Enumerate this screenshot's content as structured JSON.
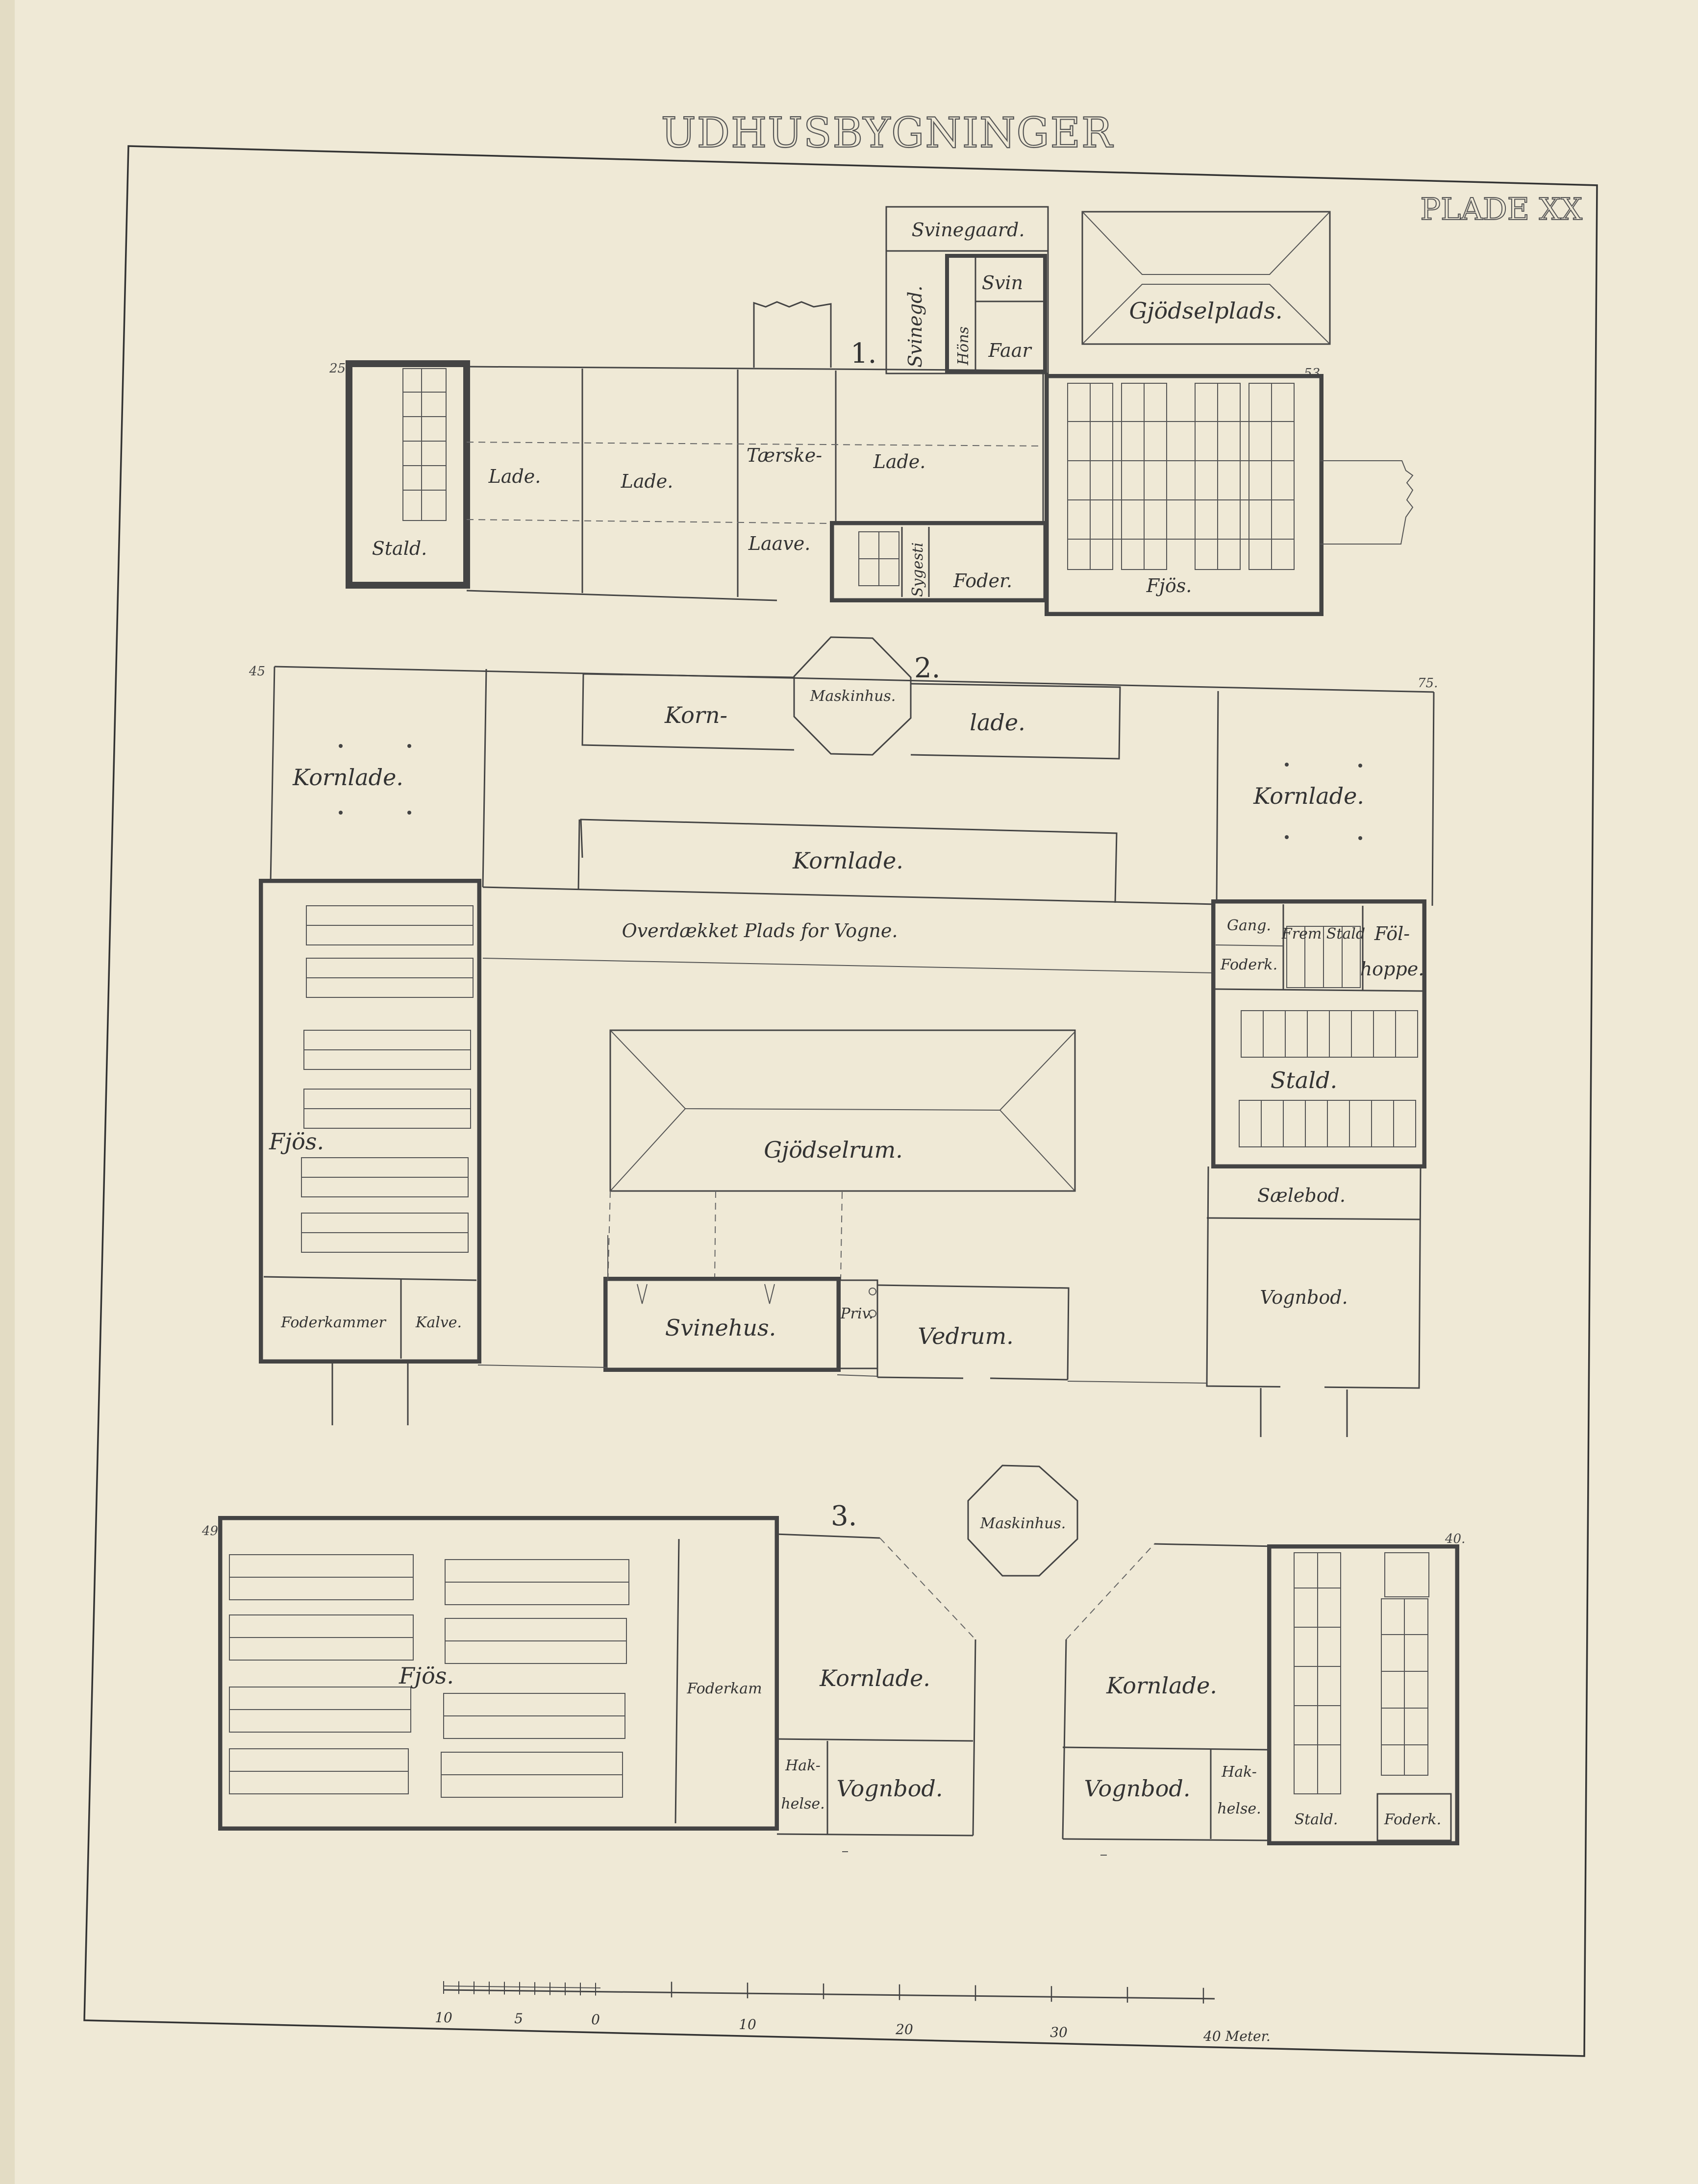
{
  "plate": {
    "title": "UDHUSBYGNINGER",
    "plate_no": "PLADE XX"
  },
  "plan1": {
    "number": "1.",
    "corner_left": "25",
    "corner_right": "53",
    "rooms": {
      "svinegaard": "Svinegaard.",
      "svinegd": "Svinegd.",
      "svin": "Svin",
      "hons": "Höns",
      "faar": "Faar",
      "gjodselplads": "Gjödselplads.",
      "stald": "Stald.",
      "lade_a": "Lade.",
      "lade_b": "Lade.",
      "taershe": "Tærske-",
      "laave": "Laave.",
      "lade_c": "Lade.",
      "sygesti": "Sygesti",
      "foder": "Foder.",
      "fjos": "Fjös."
    }
  },
  "plan2": {
    "number": "2.",
    "corner_left": "45",
    "corner_right": "75.",
    "rooms": {
      "maskinhus": "Maskinhus.",
      "korn": "Korn-",
      "lade": "lade.",
      "kornlade_left": "Kornlade.",
      "kornlade_right": "Kornlade.",
      "kornlade_mid": "Kornlade.",
      "overdaekket": "Overdækket Plads for Vogne.",
      "gang": "Gang.",
      "foderk": "Foderk.",
      "fremstald": "Frem Stald",
      "fol": "Föl-",
      "hoppe": "hoppe.",
      "stald": "Stald.",
      "fjos": "Fjös.",
      "gjodselrum": "Gjödselrum.",
      "saelebod": "Sælebod.",
      "vognbod": "Vognbod.",
      "foderkammer": "Foderkammer",
      "kalve": "Kalve.",
      "svinehus": "Svinehus.",
      "priv": "Priv.",
      "vedrum": "Vedrum."
    }
  },
  "plan3": {
    "number": "3.",
    "corner_left": "49",
    "corner_right": "40.",
    "rooms": {
      "maskinhus": "Maskinhus.",
      "fjos": "Fjös.",
      "foderkam": "Foderkam",
      "kornlade_left": "Kornlade.",
      "kornlade_right": "Kornlade.",
      "hakhelse_left_1": "Hak-",
      "hakhelse_left_2": "helse.",
      "vognbod_left": "Vognbod.",
      "vognbod_right": "Vognbod.",
      "hakhelse_right_1": "Hak-",
      "hakhelse_right_2": "helse.",
      "stald": "Stald.",
      "foderk": "Foderk."
    }
  },
  "scale": {
    "ticks": [
      "10",
      "5",
      "0",
      "10",
      "20",
      "30",
      "40 Meter."
    ],
    "unit": "Meter"
  },
  "colors": {
    "paper": "#efe9d6",
    "ink": "#444444"
  }
}
